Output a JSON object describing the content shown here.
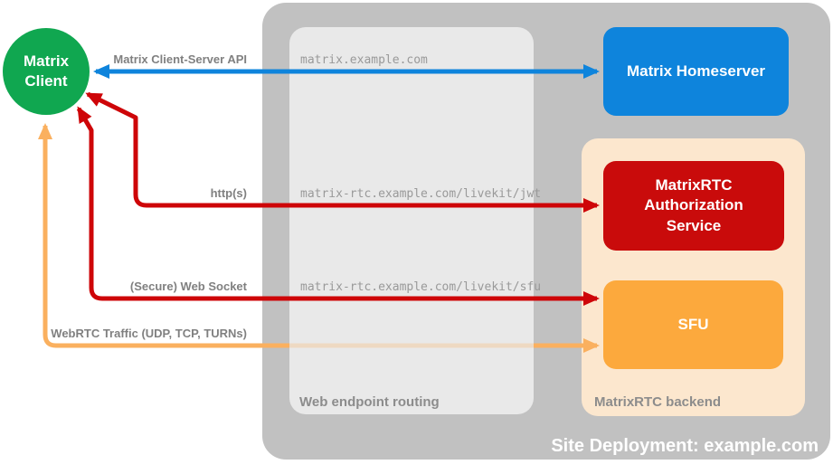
{
  "client": {
    "label": "Matrix Client",
    "color": "#10A750"
  },
  "homeserver": {
    "label": "Matrix Homeserver",
    "color": "#0E84DC"
  },
  "auth_service": {
    "label": "MatrixRTC Authorization Service",
    "color": "#C90B0B"
  },
  "sfu": {
    "label": "SFU",
    "color": "#FCA93D"
  },
  "router": {
    "label": "Web endpoint routing",
    "color": "#E9E9E9",
    "routes": {
      "homeserver": "matrix.example.com",
      "jwt": "matrix-rtc.example.com/livekit/jwt",
      "sfu": "matrix-rtc.example.com/livekit/sfu"
    }
  },
  "backend": {
    "label": "MatrixRTC backend",
    "color": "#FCE7CE"
  },
  "deployment": {
    "label": "Site Deployment: example.com",
    "container_color": "#C1C1C1"
  },
  "arrows": {
    "client_server_api": {
      "label": "Matrix Client-Server API",
      "color": "#0E84DC"
    },
    "http": {
      "label": "http(s)",
      "color": "#CE0508"
    },
    "websocket": {
      "label": "(Secure) Web Socket",
      "color": "#CE0508"
    },
    "webrtc": {
      "label": "WebRTC Traffic (UDP, TCP, TURNs)",
      "color": "#FAB05F"
    }
  }
}
